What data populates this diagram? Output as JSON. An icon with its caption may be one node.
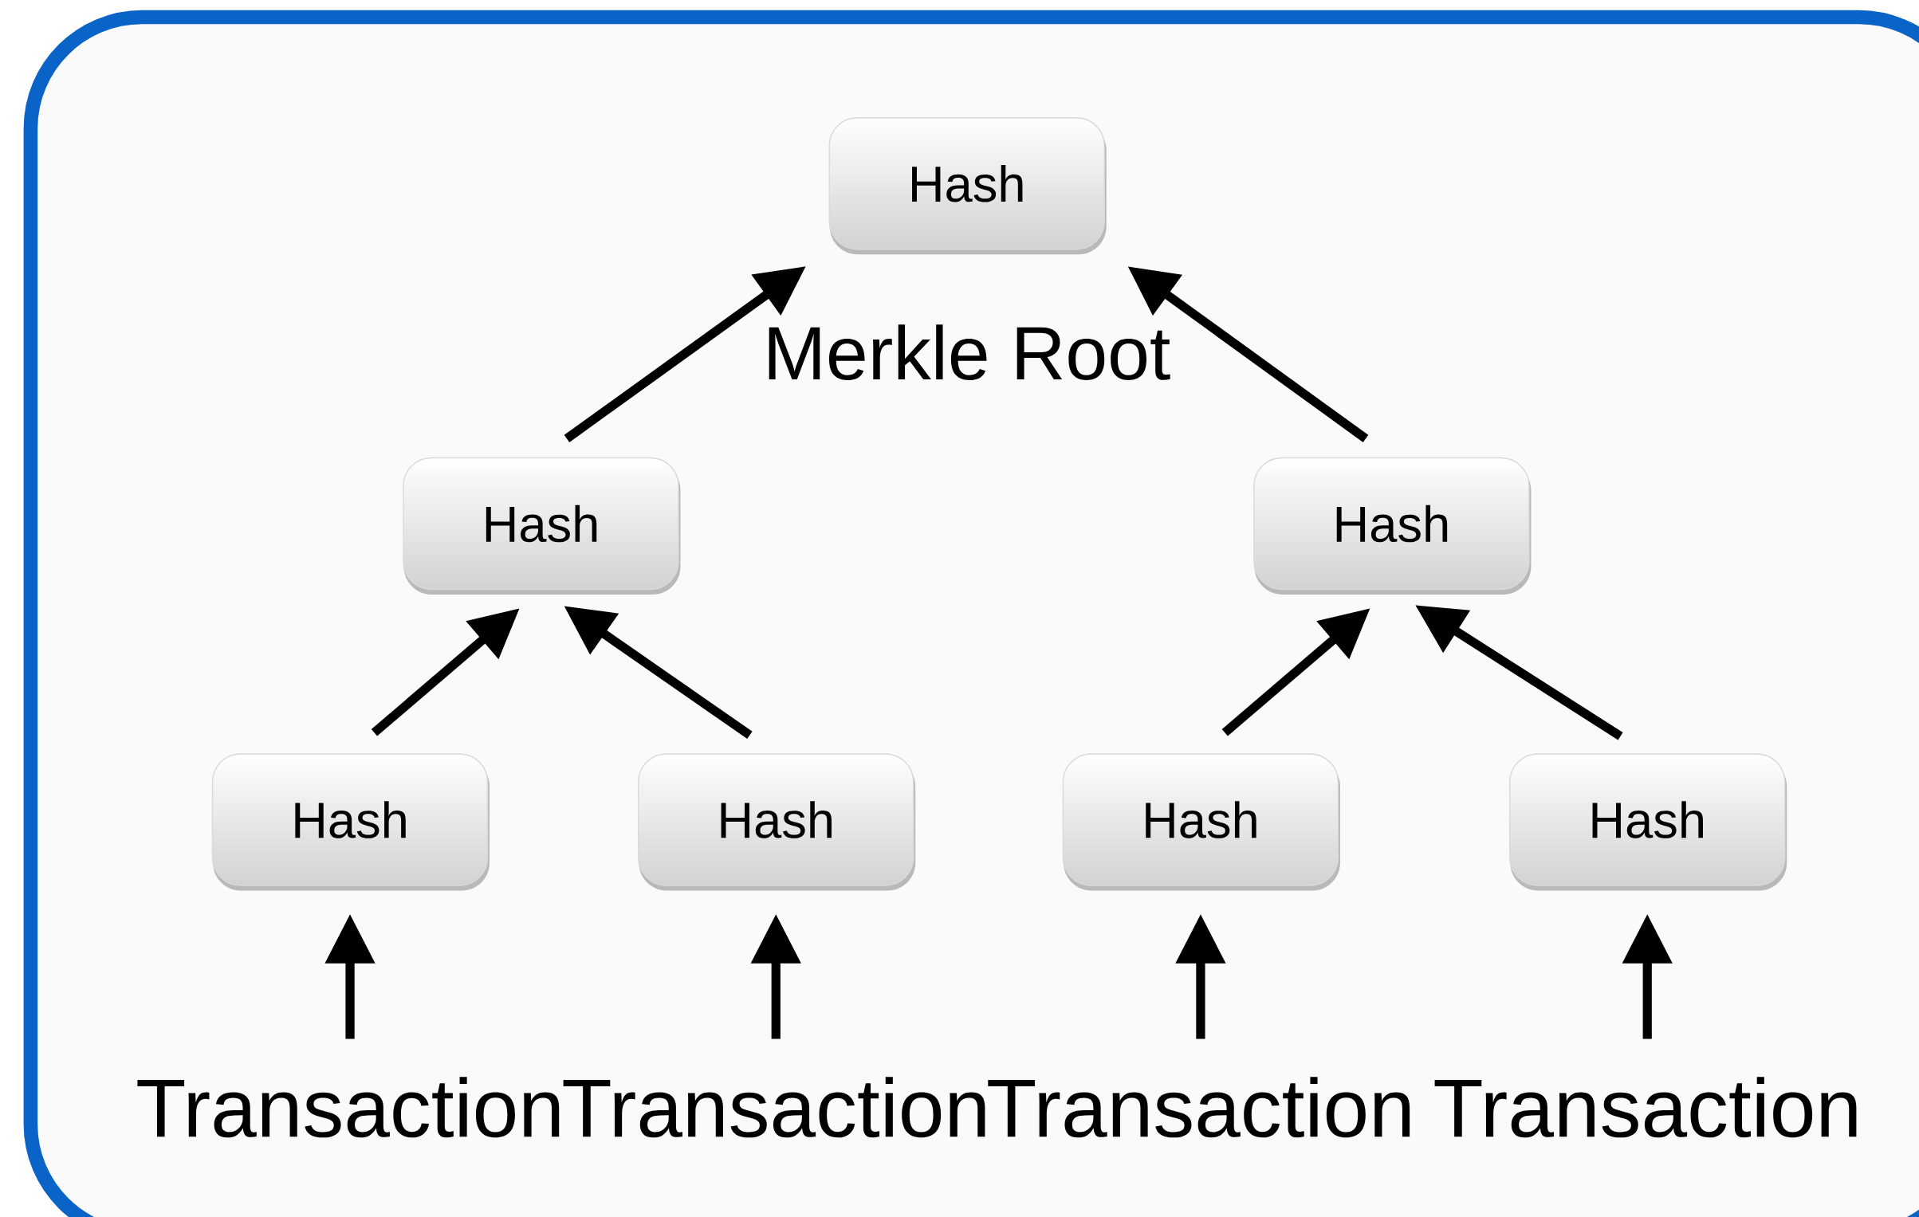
{
  "diagram": {
    "nodes": [
      {
        "text": [
          "Hash"
        ],
        "beside": [
          "Merkle Root"
        ]
      },
      {
        "text": [
          "Hash"
        ]
      },
      {
        "text": [
          "Hash"
        ]
      },
      {
        "text": [
          "Hash"
        ]
      },
      {
        "text": [
          "Hash"
        ]
      },
      {
        "text": [
          "Hash"
        ]
      },
      {
        "text": [
          "Hash"
        ]
      },
      {
        "text": [
          "Transaction"
        ]
      },
      {
        "text": [
          "Transaction"
        ]
      },
      {
        "text": [
          "Transaction"
        ]
      },
      {
        "text": [
          "Transaction"
        ]
      }
    ],
    "edges": [
      {
        "from": 1,
        "to": 0,
        "arrow": "to"
      },
      {
        "from": 2,
        "to": 0,
        "arrow": "to"
      },
      {
        "from": 3,
        "to": 1,
        "arrow": "to"
      },
      {
        "from": 4,
        "to": 1,
        "arrow": "to"
      },
      {
        "from": 5,
        "to": 2,
        "arrow": "to"
      },
      {
        "from": 6,
        "to": 2,
        "arrow": "to"
      },
      {
        "from": 7,
        "to": 3,
        "arrow": "to"
      },
      {
        "from": 8,
        "to": 4,
        "arrow": "to"
      },
      {
        "from": 9,
        "to": 5,
        "arrow": "to"
      },
      {
        "from": 10,
        "to": 6,
        "arrow": "to"
      }
    ]
  }
}
